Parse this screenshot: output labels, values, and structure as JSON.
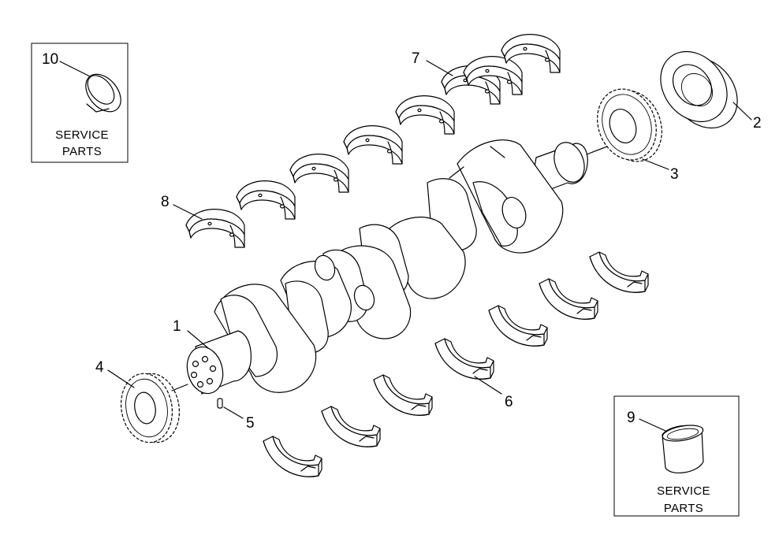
{
  "callouts": {
    "c1": "1",
    "c2": "2",
    "c3": "3",
    "c4": "4",
    "c5": "5",
    "c6": "6",
    "c7": "7",
    "c8": "8",
    "c9": "9",
    "c10": "10"
  },
  "service_box_left": {
    "line1": "SERVICE",
    "line2": "PARTS"
  },
  "service_box_right": {
    "line1": "SERVICE",
    "line2": "PARTS"
  }
}
